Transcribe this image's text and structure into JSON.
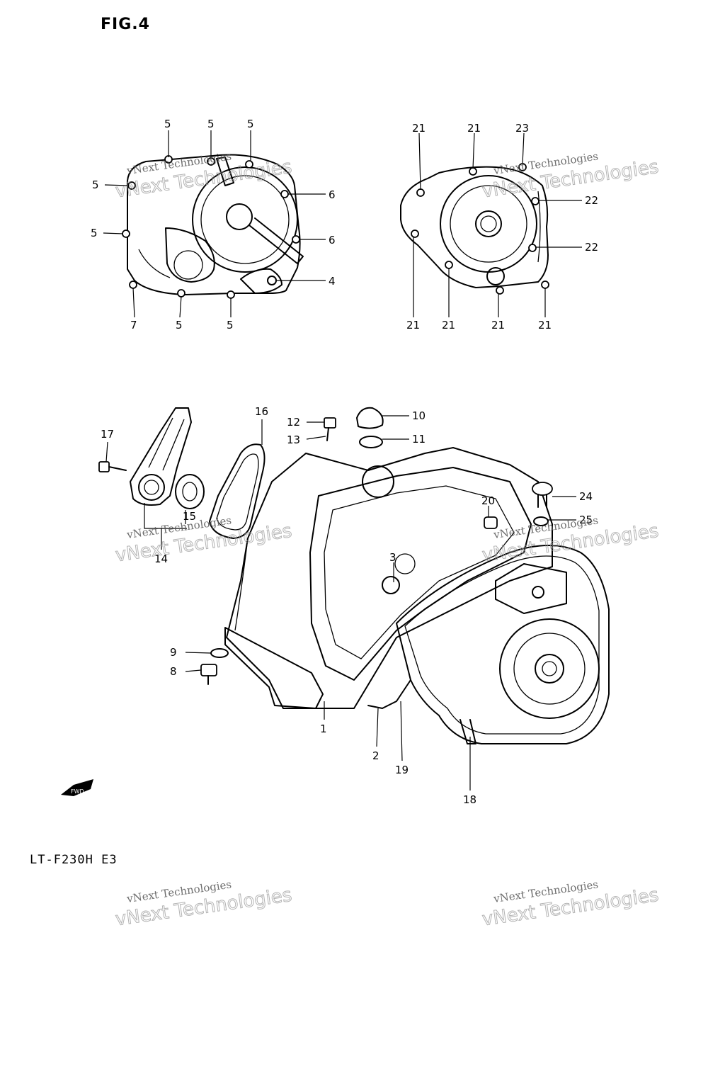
{
  "figure_title": "FIG.4",
  "model_label": "LT-F230H E3",
  "fwd_label": "FWD",
  "watermark": {
    "line1": "vNext Technologies",
    "line2": "vNext Technologies"
  },
  "callouts": {
    "c5a": "5",
    "c5b": "5",
    "c5c": "5",
    "c5d": "5",
    "c5e": "5",
    "c5f": "5",
    "c5g": "5",
    "c6a": "6",
    "c6b": "6",
    "c4": "4",
    "c7": "7",
    "c21a": "21",
    "c21b": "21",
    "c23": "23",
    "c22a": "22",
    "c22b": "22",
    "c21c": "21",
    "c21d": "21",
    "c21e": "21",
    "c21f": "21",
    "c16": "16",
    "c12": "12",
    "c13": "13",
    "c10": "10",
    "c11": "11",
    "c17": "17",
    "c15": "15",
    "c14": "14",
    "c24": "24",
    "c20": "20",
    "c25": "25",
    "c3": "3",
    "c9": "9",
    "c8": "8",
    "c1": "1",
    "c2": "2",
    "c19": "19",
    "c18": "18"
  }
}
